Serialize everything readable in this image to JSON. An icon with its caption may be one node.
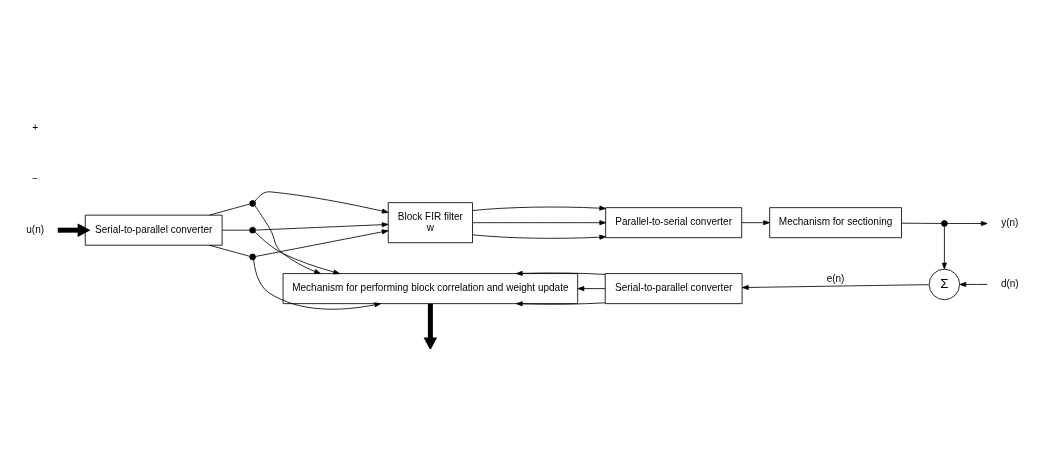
{
  "diagram": {
    "nodes": [
      {
        "text": [
          "u(n)"
        ]
      },
      {
        "text": [
          "Serial-to-parallel converter"
        ]
      },
      {
        "text": [
          "Block FIR filter",
          "w"
        ]
      },
      {
        "text": [
          "Parallel-to-serial converter"
        ]
      },
      {
        "text": [
          "Mechanism for sectioning"
        ]
      },
      {
        "text": [
          "y(n)"
        ]
      },
      {
        "text": [],
        "shape": "circle"
      },
      {
        "text": [
          "Mechanism for performing block correlation and weight update"
        ]
      },
      {
        "text": [
          "Serial-to-parallel converter"
        ]
      },
      {
        "text": [
          "Σ"
        ]
      },
      {
        "text": [
          "d(n)"
        ]
      },
      {
        "text": [],
        "shape": "circle"
      },
      {
        "text": [],
        "shape": "circle"
      },
      {
        "text": [],
        "shape": "circle"
      }
    ],
    "edges": [
      {
        "from": 0,
        "to": 1,
        "arrow": "to",
        "style": "thick"
      },
      {
        "from": 1,
        "to": 11,
        "arrow": "none"
      },
      {
        "from": 11,
        "to": 2,
        "arrow": "to"
      },
      {
        "from": 11,
        "to": 7,
        "arrow": "to"
      },
      {
        "from": 1,
        "to": 12,
        "arrow": "none"
      },
      {
        "from": 12,
        "to": 2,
        "arrow": "to"
      },
      {
        "from": 12,
        "to": 7,
        "arrow": "to"
      },
      {
        "from": 1,
        "to": 13,
        "arrow": "none"
      },
      {
        "from": 13,
        "to": 2,
        "arrow": "to"
      },
      {
        "from": 13,
        "to": 7,
        "arrow": "to"
      },
      {
        "from": 2,
        "to": 3,
        "arrow": "to"
      },
      {
        "from": 2,
        "to": 3,
        "arrow": "to"
      },
      {
        "from": 2,
        "to": 3,
        "arrow": "to"
      },
      {
        "from": 3,
        "to": 4,
        "arrow": "to"
      },
      {
        "from": 4,
        "to": 6,
        "arrow": "none"
      },
      {
        "from": 6,
        "to": 5,
        "arrow": "to"
      },
      {
        "from": 6,
        "to": 9,
        "arrow": "to"
      },
      {
        "from": 10,
        "to": 9,
        "arrow": "to"
      },
      {
        "from": 9,
        "to": 8,
        "arrow": "to",
        "label": "e(n)"
      },
      {
        "from": 8,
        "to": 7,
        "arrow": "to"
      },
      {
        "from": 8,
        "to": 7,
        "arrow": "to"
      },
      {
        "from": 8,
        "to": 7,
        "arrow": "to"
      },
      {
        "from": 7,
        "to": null,
        "arrow": "to",
        "style": "thick"
      }
    ],
    "labels": [
      "−",
      "+"
    ]
  }
}
